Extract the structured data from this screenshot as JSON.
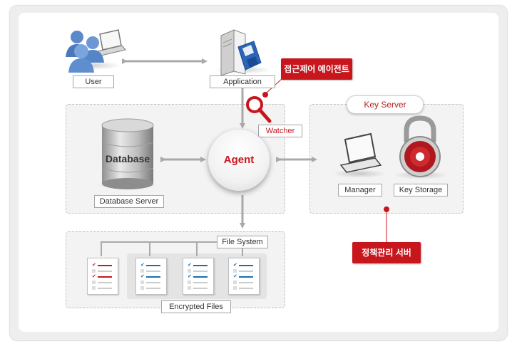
{
  "labels": {
    "user": "User",
    "application": "Application",
    "watcher": "Watcher",
    "agent": "Agent",
    "database": "Database",
    "database_server": "Database Server",
    "key_server": "Key Server",
    "manager": "Manager",
    "key_storage": "Key Storage",
    "file_system": "File System",
    "encrypted_files": "Encrypted Files"
  },
  "callouts": {
    "access_agent": "접근제어 에이전트",
    "policy_server": "정책관리 서버"
  },
  "colors": {
    "accent": "#c8161d",
    "connector": "#a9a9a9",
    "file_blue": "#1a6fb0",
    "file_red": "#c8161d"
  },
  "icons": [
    "users-icon",
    "laptop-icon",
    "application-server-icon",
    "magnifier-icon",
    "database-icon",
    "padlock-icon",
    "document-icon"
  ]
}
